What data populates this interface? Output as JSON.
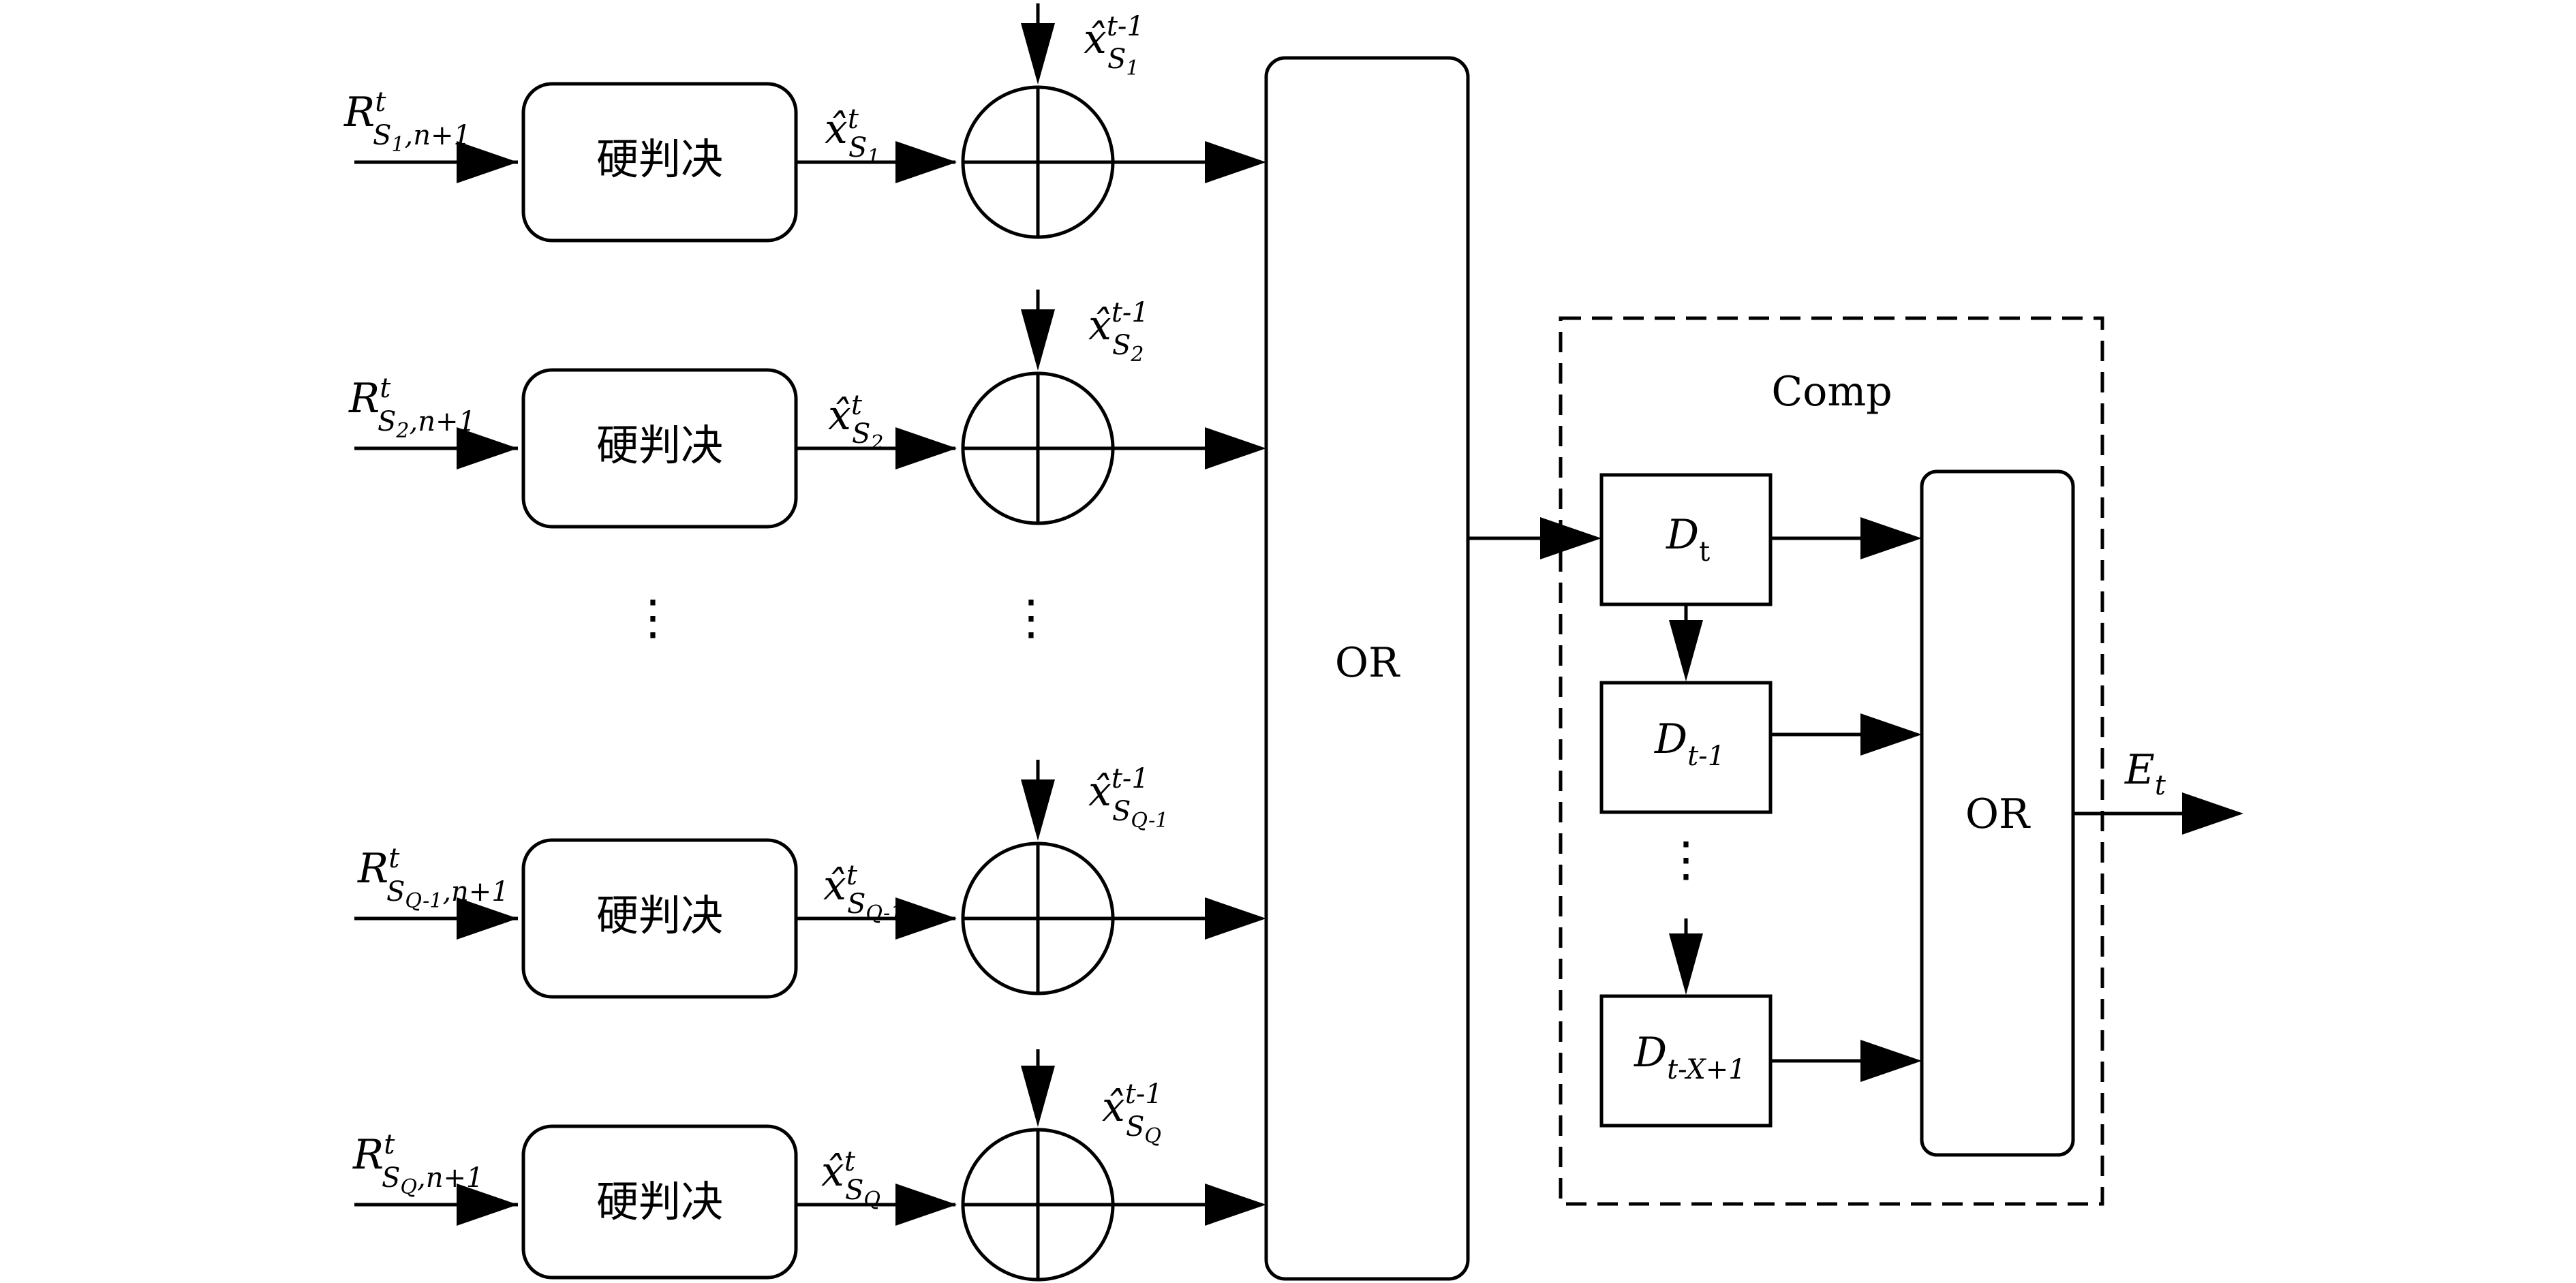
{
  "decision_label": "硬判决",
  "or_label": "OR",
  "comp": {
    "title": "Comp",
    "or_label": "OR",
    "registers": [
      {
        "main": "D",
        "sub": "t"
      },
      {
        "main": "D",
        "sub": "t-1"
      },
      {
        "main": "D",
        "sub": "t-X+1"
      }
    ],
    "output": {
      "main": "E",
      "sub": "t"
    }
  },
  "ellipsis": "⋮",
  "branches": [
    {
      "input": {
        "main": "R",
        "sup": "t",
        "sub_base": "S",
        "sub_index": "1",
        "sub_rest": ",n+1"
      },
      "decision_out": {
        "main": "x̂",
        "sup": "t",
        "sub_base": "S",
        "sub_index": "1"
      },
      "feedback": {
        "main": "x̂",
        "sup": "t-1",
        "sub_base": "S",
        "sub_index": "1"
      }
    },
    {
      "input": {
        "main": "R",
        "sup": "t",
        "sub_base": "S",
        "sub_index": "2",
        "sub_rest": ",n+1"
      },
      "decision_out": {
        "main": "x̂",
        "sup": "t",
        "sub_base": "S",
        "sub_index": "2"
      },
      "feedback": {
        "main": "x̂",
        "sup": "t-1",
        "sub_base": "S",
        "sub_index": "2"
      }
    },
    {
      "input": {
        "main": "R",
        "sup": "t",
        "sub_base": "S",
        "sub_index": "Q-1",
        "sub_rest": ",n+1"
      },
      "decision_out": {
        "main": "x̂",
        "sup": "t",
        "sub_base": "S",
        "sub_index": "Q-1"
      },
      "feedback": {
        "main": "x̂",
        "sup": "t-1",
        "sub_base": "S",
        "sub_index": "Q-1"
      }
    },
    {
      "input": {
        "main": "R",
        "sup": "t",
        "sub_base": "S",
        "sub_index": "Q",
        "sub_rest": ",n+1"
      },
      "decision_out": {
        "main": "x̂",
        "sup": "t",
        "sub_base": "S",
        "sub_index": "Q"
      },
      "feedback": {
        "main": "x̂",
        "sup": "t-1",
        "sub_base": "S",
        "sub_index": "Q"
      }
    }
  ]
}
